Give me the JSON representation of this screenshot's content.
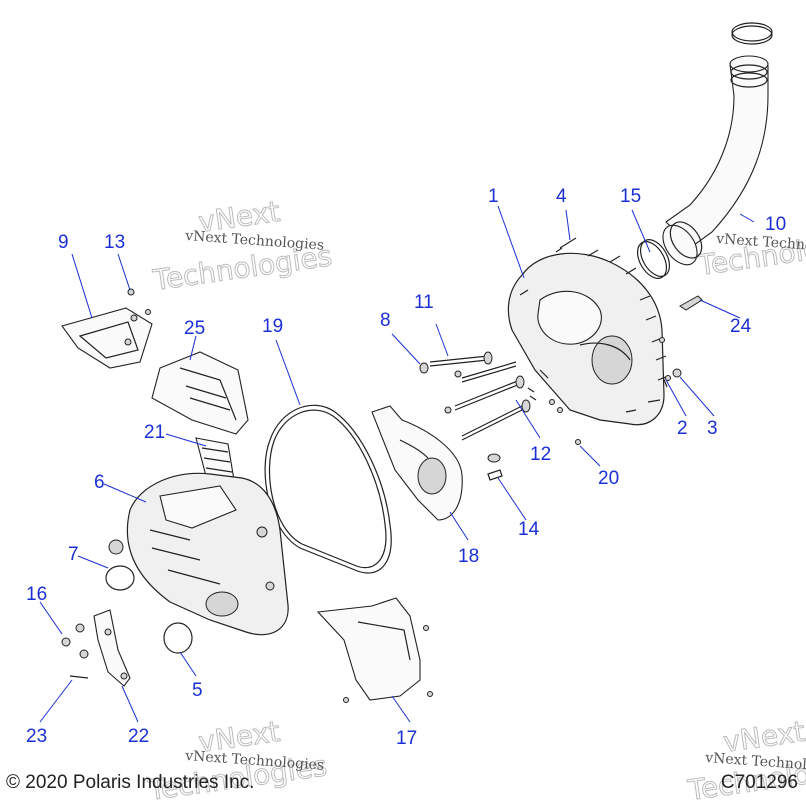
{
  "callouts": [
    {
      "id": "1",
      "label": "1"
    },
    {
      "id": "2",
      "label": "2"
    },
    {
      "id": "3",
      "label": "3"
    },
    {
      "id": "4",
      "label": "4"
    },
    {
      "id": "5",
      "label": "5"
    },
    {
      "id": "6",
      "label": "6"
    },
    {
      "id": "7",
      "label": "7"
    },
    {
      "id": "8",
      "label": "8"
    },
    {
      "id": "9",
      "label": "9"
    },
    {
      "id": "10",
      "label": "10"
    },
    {
      "id": "11",
      "label": "11"
    },
    {
      "id": "12",
      "label": "12"
    },
    {
      "id": "13",
      "label": "13"
    },
    {
      "id": "14",
      "label": "14"
    },
    {
      "id": "15",
      "label": "15"
    },
    {
      "id": "16",
      "label": "16"
    },
    {
      "id": "17",
      "label": "17"
    },
    {
      "id": "18",
      "label": "18"
    },
    {
      "id": "19",
      "label": "19"
    },
    {
      "id": "20",
      "label": "20"
    },
    {
      "id": "21",
      "label": "21"
    },
    {
      "id": "22",
      "label": "22"
    },
    {
      "id": "23",
      "label": "23"
    },
    {
      "id": "24",
      "label": "24"
    },
    {
      "id": "25",
      "label": "25"
    }
  ],
  "watermark": {
    "line1": "vNext Technologies",
    "line2": "Technologies",
    "line3": "vNext"
  },
  "footer": {
    "copyright": "© 2020 Polaris Industries Inc.",
    "figure_code": "C701296"
  },
  "colors": {
    "callout": "#1a2fd6",
    "line_art": "#222222"
  }
}
